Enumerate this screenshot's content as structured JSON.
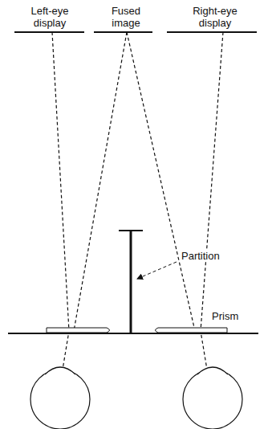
{
  "diagram": {
    "labels": [
      "Left-eye display",
      "Fused image",
      "Right-eye display",
      "Partition",
      "Prism"
    ]
  }
}
